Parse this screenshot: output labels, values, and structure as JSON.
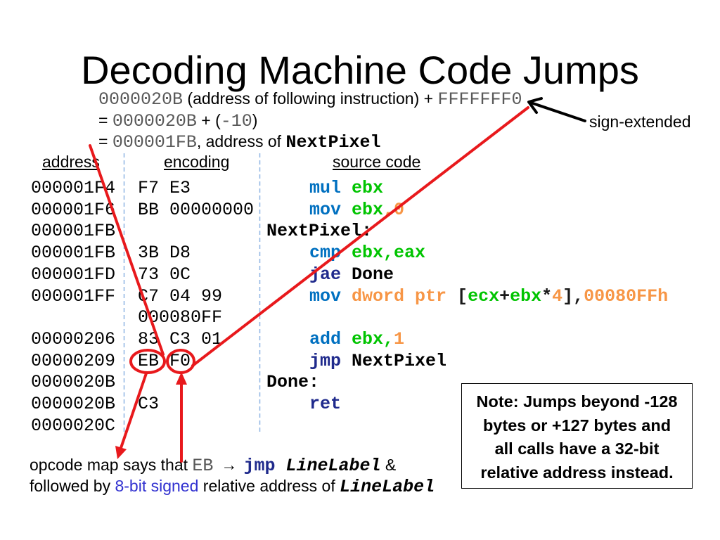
{
  "title": "Decoding Machine Code Jumps",
  "calc": {
    "line1": {
      "address": "0000020B",
      "text": " (address of following instruction) + ",
      "displacement": "FFFFFFF0"
    },
    "line2": {
      "equals": "= ",
      "address": "0000020B",
      "text": " + (",
      "offset": "-10",
      "close": ")"
    },
    "line3": {
      "equals": "= ",
      "address": "000001FB",
      "text": ", address of ",
      "label": "NextPixel"
    }
  },
  "sign_extended_note": "sign-extended",
  "table": {
    "headers": {
      "address": "address",
      "encoding": "encoding",
      "source": "source code"
    },
    "rows": [
      {
        "address": "000001F4",
        "encoding": "F7 E3",
        "source": [
          "mul ",
          "ebx"
        ]
      },
      {
        "address": "000001F6",
        "encoding": "BB 00000000",
        "source": [
          "mov ",
          "ebx",
          ",0"
        ]
      },
      {
        "address": "000001FB",
        "label": "NextPixel:"
      },
      {
        "address": "000001FB",
        "encoding": "3B D8",
        "source": [
          "cmp ",
          "ebx,eax"
        ]
      },
      {
        "address": "000001FD",
        "encoding": "73 0C",
        "source": [
          "jae ",
          "Done"
        ]
      },
      {
        "address": "000001FF",
        "encoding": "C7 04 99",
        "source": [
          "mov ",
          "dword ptr ",
          "[",
          "ecx",
          "+",
          "ebx",
          "*",
          "4",
          "],",
          "00080FFh"
        ]
      },
      {
        "encoding": "000080FF"
      },
      {
        "address": "00000206",
        "encoding": "83 C3 01",
        "source": [
          "add ",
          "ebx,",
          "1"
        ]
      },
      {
        "address": "00000209",
        "encoding": "EB F0",
        "source": [
          "jmp ",
          "NextPixel"
        ]
      },
      {
        "address": "0000020B",
        "label": "Done:"
      },
      {
        "address": "0000020B",
        "encoding": "C3",
        "source": [
          "ret"
        ]
      },
      {
        "address": "0000020C"
      }
    ]
  },
  "note": {
    "lines": [
      "Note: Jumps beyond -128",
      "bytes or +127 bytes and",
      "all calls have a 32-bit",
      "relative address instead."
    ]
  },
  "footer": {
    "line1": {
      "prefix": "opcode map says that ",
      "opcode": "EB",
      "arrow": "→",
      "mnemonic": "jmp",
      "operand": "LineLabel",
      "suffix": " &"
    },
    "line2": {
      "prefix": "followed by ",
      "highlight": "8-bit signed",
      "text": " relative address of ",
      "operand": "LineLabel"
    }
  },
  "colors": {
    "opcode": "#0070C0",
    "jump": "#1F2A8C",
    "register": "#00C400",
    "immediate": "#F79646",
    "hex_gray": "#595959",
    "signed_blue": "#3030D0",
    "annotation_red": "#E8191C",
    "divider_blue": "#8EB4E3"
  }
}
